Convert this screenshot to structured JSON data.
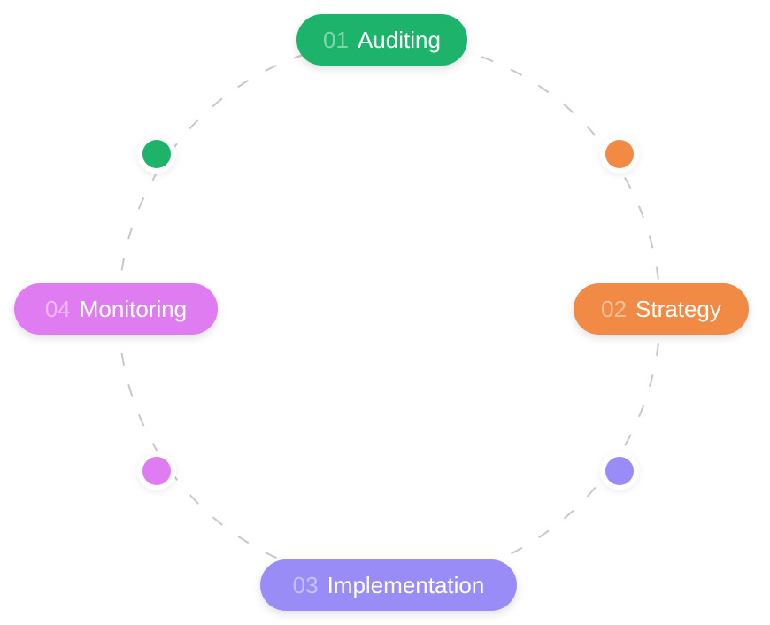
{
  "steps": [
    {
      "number": "01",
      "label": "Auditing",
      "color": "#1db36a"
    },
    {
      "number": "02",
      "label": "Strategy",
      "color": "#f08a45"
    },
    {
      "number": "03",
      "label": "Implementation",
      "color": "#9a8cf7"
    },
    {
      "number": "04",
      "label": "Monitoring",
      "color": "#e07cf2"
    }
  ],
  "connector_dots": [
    {
      "name": "dot-auditing-to-strategy",
      "color": "#f08a45"
    },
    {
      "name": "dot-strategy-to-implementation",
      "color": "#9a8cf7"
    },
    {
      "name": "dot-implementation-to-monitoring",
      "color": "#e07cf2"
    },
    {
      "name": "dot-monitoring-to-auditing",
      "color": "#1db36a"
    }
  ],
  "ring_color": "#c8c8c8"
}
